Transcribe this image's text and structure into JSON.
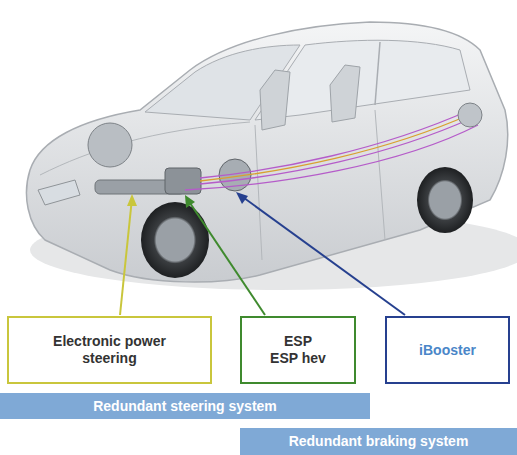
{
  "diagram": {
    "nodes": [
      {
        "text": [
          "Electronic power steering"
        ]
      },
      {
        "text": [
          "ESP",
          "ESP hev"
        ]
      },
      {
        "text": [
          "iBooster"
        ]
      },
      {
        "text": [
          "Redundant steering system"
        ]
      },
      {
        "text": [
          "Redundant braking system"
        ]
      }
    ]
  }
}
